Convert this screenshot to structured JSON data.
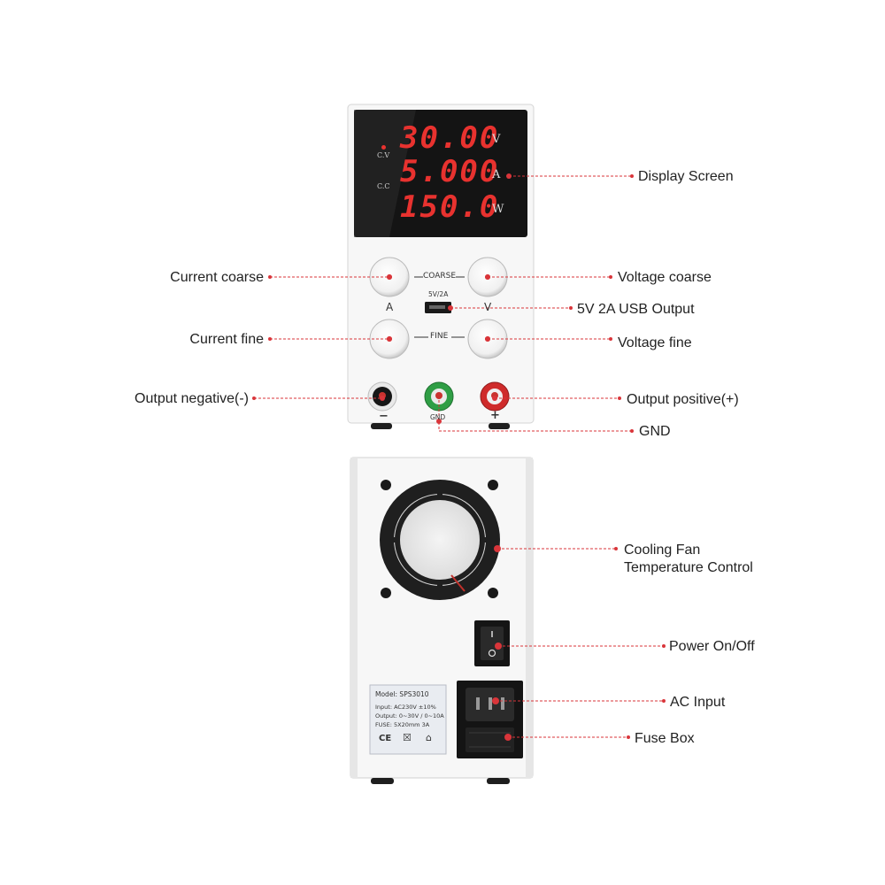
{
  "display": {
    "voltage": "30.00",
    "current": "5.000",
    "power": "150.0",
    "unit_v": "V",
    "unit_a": "A",
    "unit_w": "W",
    "cv": "C.V",
    "cc": "C.C"
  },
  "front_panel": {
    "coarse": "COARSE",
    "fine": "FINE",
    "usb_spec": "5V/2A",
    "knob_a": "A",
    "knob_v": "V",
    "neg": "−",
    "gnd": "GND",
    "pos": "+"
  },
  "nameplate": {
    "model": "Model: SPS3010",
    "input": "Input:   AC230V ±10%",
    "output": "Output:  0~30V / 0~10A",
    "fuse": "FUSE:   5X20mm  3A",
    "marks": "CE"
  },
  "callouts": {
    "display_screen": "Display Screen",
    "current_coarse": "Current coarse",
    "voltage_coarse": "Voltage coarse",
    "usb_output": "5V 2A USB Output",
    "current_fine": "Current fine",
    "voltage_fine": "Voltage fine",
    "output_negative": "Output negative(-)",
    "output_positive": "Output positive(+)",
    "gnd": "GND",
    "cooling_fan_1": "Cooling Fan",
    "cooling_fan_2": "Temperature Control",
    "power_switch": "Power On/Off",
    "ac_input": "AC Input",
    "fuse_box": "Fuse Box"
  },
  "colors": {
    "leader": "#d9353a",
    "segment": "#e8322f",
    "panel": "#f7f7f7"
  }
}
